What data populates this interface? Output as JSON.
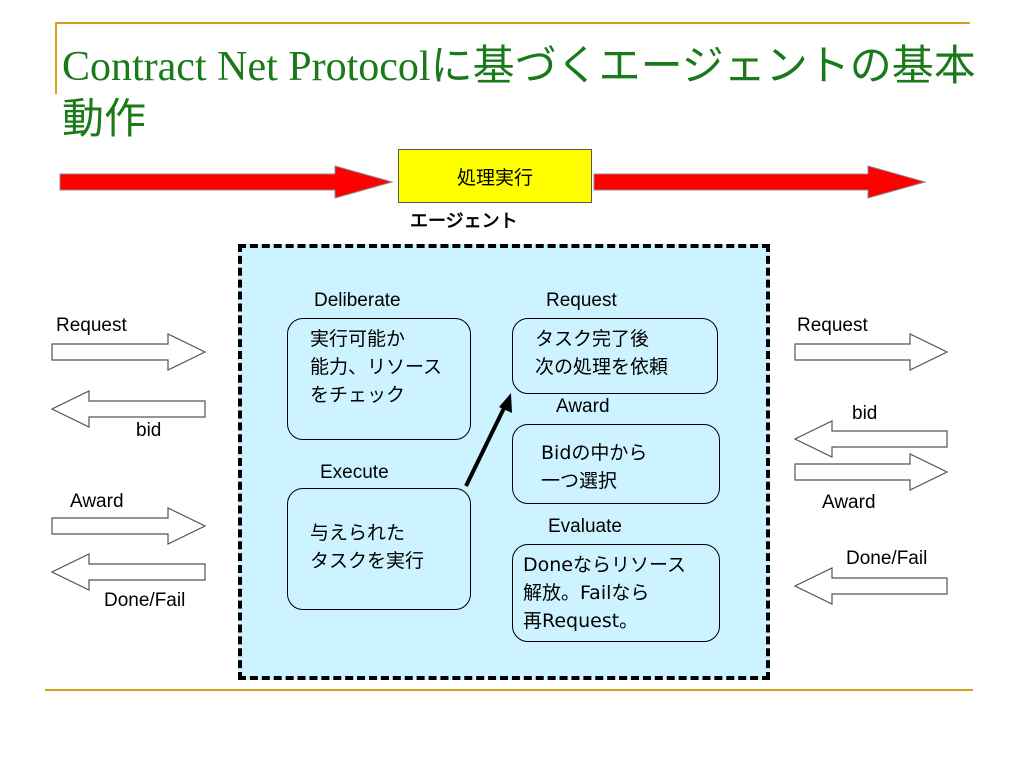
{
  "title": {
    "part_serif": "Contract Net Protocol",
    "part_jp": "に基づくエージェントの基本動作"
  },
  "process_box": "処理実行",
  "agent_label": "エージェント",
  "stages": {
    "deliberate": {
      "label": "Deliberate",
      "lines": [
        "実行可能か",
        "能力、リソース",
        "をチェック"
      ]
    },
    "execute": {
      "label": "Execute",
      "lines": [
        "与えられた",
        "タスクを実行"
      ]
    },
    "request": {
      "label": "Request",
      "lines": [
        "タスク完了後",
        "次の処理を依頼"
      ]
    },
    "award": {
      "label": "Award",
      "lines": [
        "Bidの中から",
        "一つ選択"
      ]
    },
    "evaluate": {
      "label": "Evaluate",
      "lines": [
        "Doneならリソース",
        "解放。Failなら",
        "再Request。"
      ]
    }
  },
  "left_messages": {
    "request": "Request",
    "bid": "bid",
    "award": "Award",
    "done_fail": "Done/Fail"
  },
  "right_messages": {
    "request": "Request",
    "bid": "bid",
    "award": "Award",
    "done_fail": "Done/Fail"
  },
  "colors": {
    "title": "#1a7a1a",
    "rule": "#d4a21a",
    "flow_arrow": "#ff0000",
    "process_box": "#ffff00",
    "agent_fill": "#ccf3ff"
  }
}
